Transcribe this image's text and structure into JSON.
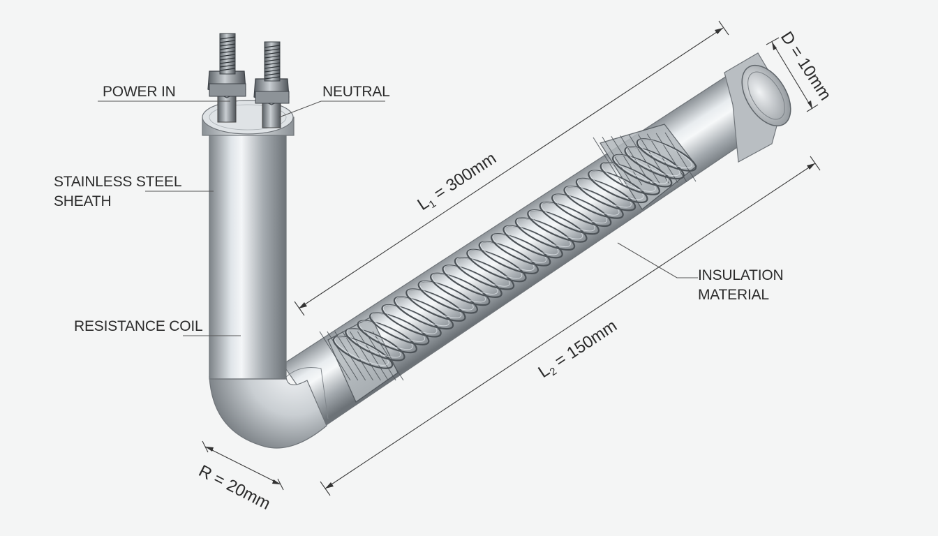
{
  "labels": {
    "power_in": "POWER IN",
    "neutral": "NEUTRAL",
    "sheath_line1": "STAINLESS STEEL",
    "sheath_line2": "SHEATH",
    "resistance_coil": "RESISTANCE COIL",
    "insulation_line1": "INSULATION",
    "insulation_line2": "MATERIAL"
  },
  "dimensions": {
    "l1": {
      "symbol": "L",
      "sub": "1",
      "value": " = 300mm"
    },
    "l2": {
      "symbol": "L",
      "sub": "2",
      "value": " = 150mm"
    },
    "diameter": "D = 10mm",
    "radius": "R = 20mm"
  },
  "colors": {
    "background": "#f4f5f5",
    "steel_dark": "#7c8287",
    "steel_light": "#e6eaed",
    "line": "#3a3a3a"
  }
}
